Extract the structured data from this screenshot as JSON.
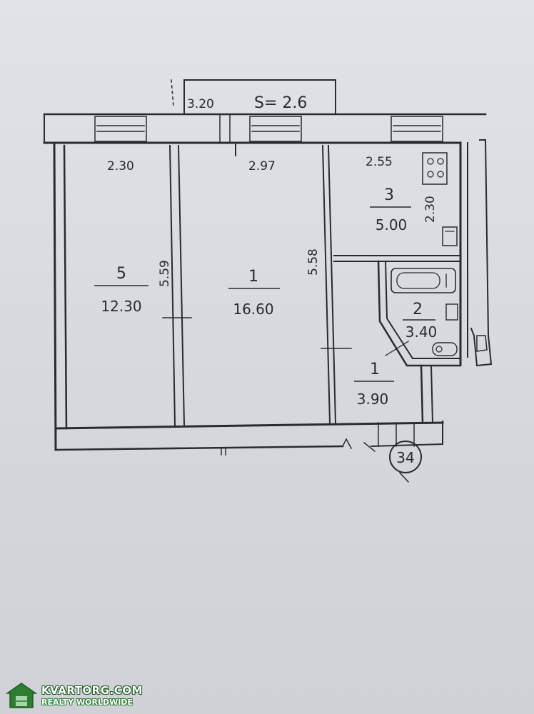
{
  "balcony": {
    "width": "3.20",
    "area": "S= 2.6"
  },
  "rooms": [
    {
      "id": "room-5",
      "number": "5",
      "area": "12.30",
      "width": "2.30",
      "length": "5.59"
    },
    {
      "id": "room-1",
      "number": "1",
      "area": "16.60",
      "width": "2.97",
      "length": "5.58"
    },
    {
      "id": "kitchen",
      "number": "3",
      "area": "5.00",
      "width": "2.55",
      "length": "2.30"
    },
    {
      "id": "bathroom",
      "number": "2",
      "area": "3.40"
    },
    {
      "id": "hallway",
      "number": "1",
      "area": "3.90"
    }
  ],
  "stair_marker": "34",
  "watermark": {
    "site": "KVARTORG.COM",
    "tagline": "REALTY WORLDWIDE"
  },
  "colors": {
    "ink": "#2a2a30",
    "paper": "#dcdee3",
    "logo_green": "#2e7d32"
  }
}
